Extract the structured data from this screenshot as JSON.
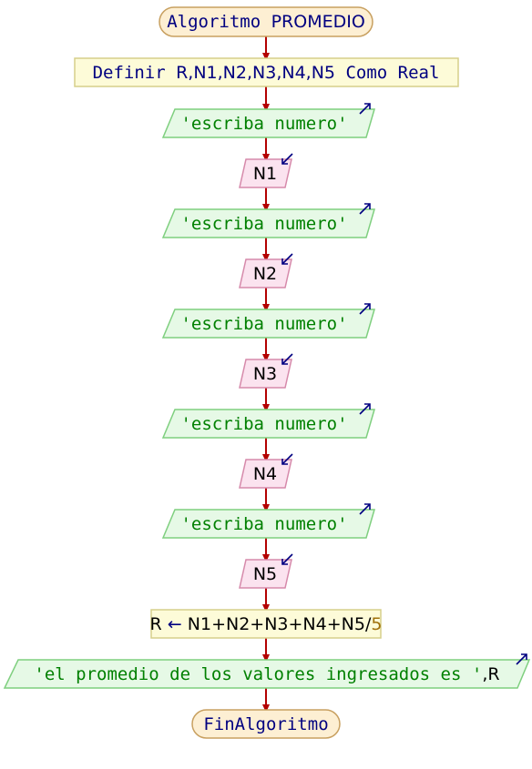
{
  "colors": {
    "terminal_fill": "#fdefd3",
    "terminal_stroke": "#c8a060",
    "process_fill": "#fdfbd8",
    "process_stroke": "#d6cf8a",
    "output_fill": "#e6f9e6",
    "output_stroke": "#7fcf7f",
    "input_fill": "#fbe3ef",
    "input_stroke": "#d68aab",
    "arrow": "#b30000",
    "keyword": "#000080",
    "string": "#008000",
    "variable": "#000000",
    "number": "#a0700b"
  },
  "flow": {
    "start_keyword": "Algoritmo",
    "start_name": "PROMEDIO",
    "define_keyword": "Definir",
    "define_vars": "R,N1,N2,N3,N4,N5",
    "define_como": "Como",
    "define_type": "Real",
    "prompts": [
      "'escriba numero'",
      "'escriba numero'",
      "'escriba numero'",
      "'escriba numero'",
      "'escriba numero'"
    ],
    "inputs": [
      "N1",
      "N2",
      "N3",
      "N4",
      "N5"
    ],
    "assign_target": "R",
    "assign_arrow": "←",
    "assign_expr": "N1+N2+N3+N4+N5/",
    "assign_divisor": "5",
    "final_output_string": "'el promedio de los valores ingresados es '",
    "final_output_var": ",R",
    "end_label": "FinAlgoritmo"
  }
}
